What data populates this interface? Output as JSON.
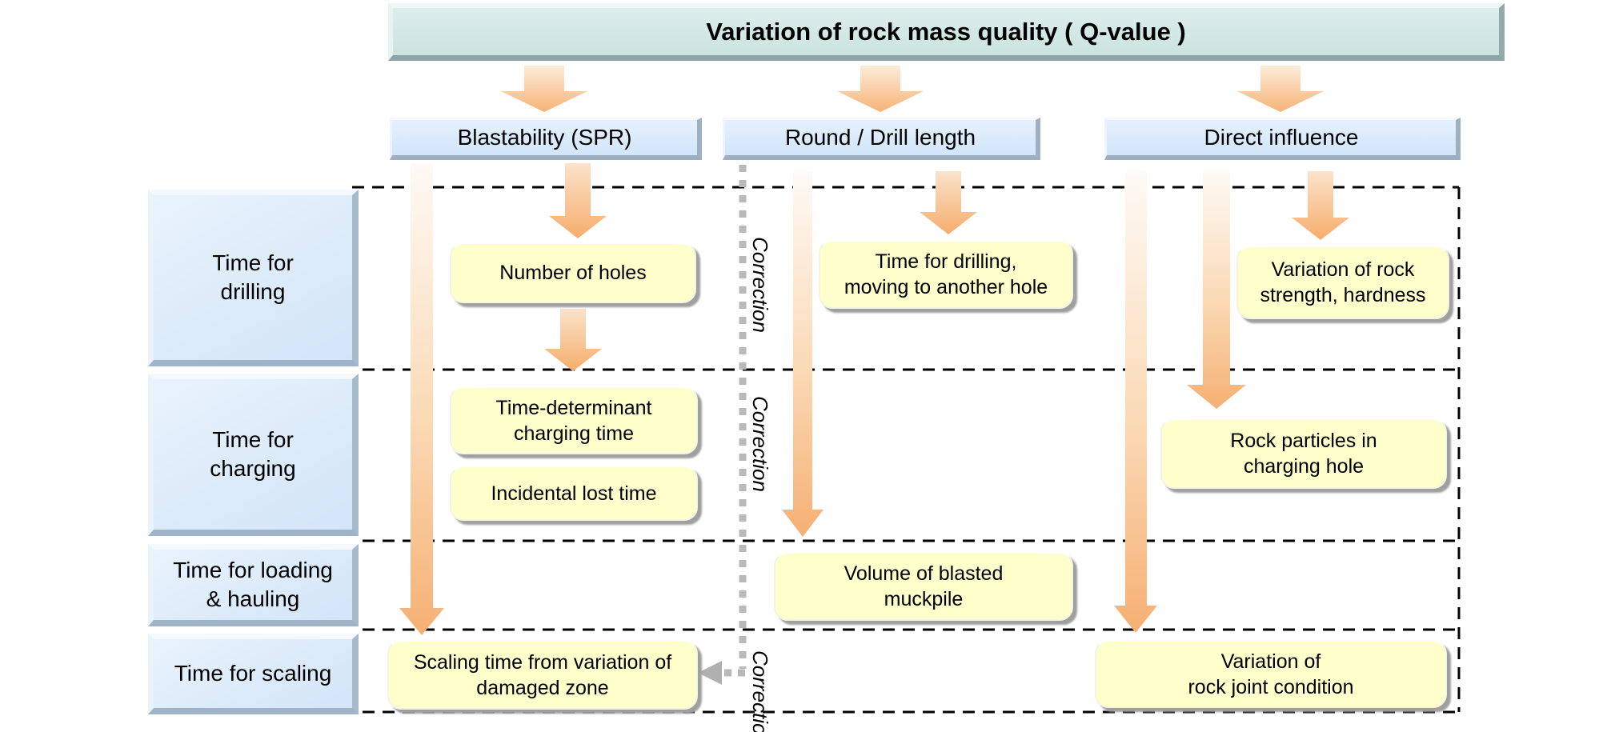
{
  "title": {
    "label": "Variation of rock mass quality ( Q-value )"
  },
  "column_headers": [
    {
      "label": "Blastability (SPR)"
    },
    {
      "label": "Round / Drill length"
    },
    {
      "label": "Direct influence"
    }
  ],
  "row_headers": [
    {
      "lines": [
        "Time for",
        "drilling"
      ]
    },
    {
      "lines": [
        "Time for",
        "charging"
      ]
    },
    {
      "lines": [
        "Time for loading",
        "& hauling"
      ]
    },
    {
      "lines": [
        "Time for scaling"
      ]
    }
  ],
  "notes": {
    "number_of_holes": {
      "lines": [
        "Number of holes"
      ]
    },
    "time_drilling_moving": {
      "lines": [
        "Time for drilling,",
        "moving to another hole"
      ]
    },
    "variation_strength": {
      "lines": [
        "Variation of rock",
        "strength, hardness"
      ]
    },
    "time_determinant": {
      "lines": [
        "Time-determinant",
        "charging time"
      ]
    },
    "incidental_lost": {
      "lines": [
        "Incidental lost time"
      ]
    },
    "rock_particles": {
      "lines": [
        "Rock particles in",
        "charging hole"
      ]
    },
    "volume_muckpile": {
      "lines": [
        "Volume of blasted",
        "muckpile"
      ]
    },
    "scaling_time": {
      "lines": [
        "Scaling time from variation of",
        "damaged zone"
      ]
    },
    "variation_joint": {
      "lines": [
        "Variation of",
        "rock joint condition"
      ]
    }
  },
  "correction_labels": [
    {
      "label": "Correction"
    },
    {
      "label": "Correction"
    },
    {
      "label": "Correction"
    }
  ],
  "colors": {
    "title_bar_teal": "#d2e8e4",
    "header_box_blue": "#d9eafc",
    "row_box_blue": "#dcebfa",
    "note_box_yellow": "#ffffcc",
    "arrow_orange": "#f7b377",
    "correction_dotted_gray": "#b5b5b5",
    "dashed_line_black": "#000000"
  }
}
